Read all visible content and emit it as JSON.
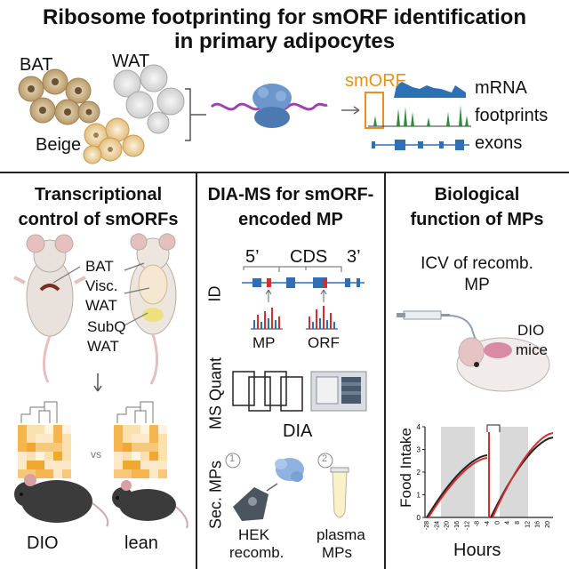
{
  "title": {
    "line1": "Ribosome footprinting for smORF identification",
    "line2": "in primary adipocytes"
  },
  "top": {
    "bat": "BAT",
    "wat": "WAT",
    "beige": "Beige",
    "smorf": "smORF",
    "mrna": "mRNA",
    "footprints": "footprints",
    "exons": "exons"
  },
  "panel1": {
    "header1": "Transcriptional",
    "header2": "control of smORFs",
    "bat": "BAT",
    "visc": "Visc.",
    "wat1": "WAT",
    "subq": "SubQ",
    "wat2": "WAT",
    "vs": "vs",
    "dio": "DIO",
    "lean": "lean"
  },
  "panel2": {
    "header1": "DIA-MS for smORF-",
    "header2": "encoded MP",
    "five": "5’",
    "cds": "CDS",
    "three": "3’",
    "id": "ID",
    "mp": "MP",
    "orf": "ORF",
    "msquant": "MS Quant",
    "dia": "DIA",
    "secmps": "Sec. MPs",
    "step1": "1",
    "step2": "2",
    "hek": "HEK",
    "recomb": "recomb.",
    "plasma": "plasma",
    "mps": "MPs"
  },
  "panel3": {
    "header1": "Biological",
    "header2": "function of MPs",
    "icv1": "ICV of recomb.",
    "icv2": "MP",
    "dio": "DIO",
    "mice": "mice",
    "ylabel": "Food Intake",
    "xlabel": "Hours",
    "yticks": [
      "0",
      "1",
      "2",
      "3",
      "4"
    ],
    "xticks": [
      "-28",
      "-24",
      "-20",
      "-16",
      "-12",
      "-8",
      "-4",
      "0",
      "4",
      "8",
      "12",
      "16",
      "20"
    ]
  },
  "colors": {
    "orange": "#e6911f",
    "blue": "#2e6fb5",
    "green": "#2f8a3a",
    "red": "#d23030",
    "heat": "#f0a830",
    "bat": "#c8ac7d",
    "beige": "#e8c78e"
  }
}
